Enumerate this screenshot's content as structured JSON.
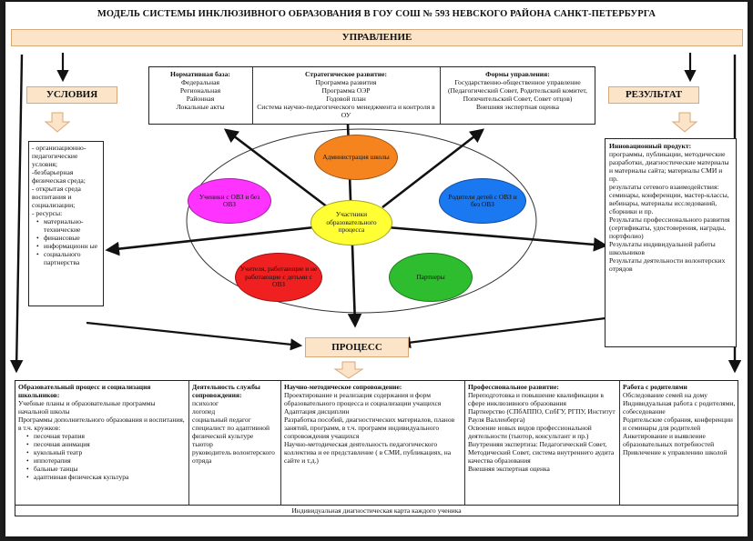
{
  "title": "МОДЕЛЬ СИСТЕМЫ ИНКЛЮЗИВНОГО ОБРАЗОВАНИЯ В ГОУ СОШ № 593 НЕВСКОГО РАЙОНА САНКТ-ПЕТЕРБУРГА",
  "management": "УПРАВЛЕНИЕ",
  "conditions": "УСЛОВИЯ",
  "result": "РЕЗУЛЬТАТ",
  "process": "ПРОЦЕСС",
  "top_box": {
    "col1_title": "Нормативная база:",
    "col1_items": [
      "Федеральная",
      "Региональная",
      "Районная",
      "Локальные акты"
    ],
    "col2_title": "Стратегическое развитие:",
    "col2_items": [
      "Программа развития",
      "Программа ОЭР",
      "Годовой план",
      "Система научно-педагогического менеджмента и контроля в ОУ"
    ],
    "col3_title": "Формы управления:",
    "col3_items": [
      "Государственно-общественное управление (Педагогический Совет, Родительский комитет, Попечительский Совет, Совет отцов)",
      "Внешняя экспертная оценка"
    ]
  },
  "conditions_list": {
    "items": [
      "- организационно-педагогические условия;",
      "-безбарьерная физическая среда;",
      "- открытая среда воспитания и социализации;",
      "- ресурсы:"
    ],
    "bullets": [
      "материально-технические",
      "финансовые",
      "информационн ые",
      "социального партнерства"
    ]
  },
  "circles": {
    "center": "Участники образовательного процесса",
    "admin": "Администрация школы",
    "students": "Ученики с ОВЗ и без ОВЗ",
    "parents": "Родители детей с ОВЗ и без ОВЗ",
    "teachers": "Учителя, работающие и не работающие с детьми с ОВЗ",
    "partners": "Партнеры"
  },
  "result_box": [
    "Инновационный продукт:",
    "программы, публикации, методические разработки, диагностические материалы и материалы сайта; материалы СМИ и пр.",
    "результаты сетевого взаимодействия: семинары, конференции, мастер-классы, вебинары, материалы исследований, сборники и пр.",
    "Результаты профессионального развития (сертификаты, удостоверения, награды, портфолио)",
    "Результаты индивидуальной работы школьников",
    "Результаты деятельности волонтерских отрядов"
  ],
  "bottom": {
    "c1_title": "Образовательный процесс и социализация школьников:",
    "c1_text": [
      "Учебные планы и образовательные программы начальной школы",
      "Программы дополнительного образования и воспитания, в т.ч. кружков:"
    ],
    "c1_bullets": [
      "песочная терапия",
      "песочная анимация",
      "кукольный театр",
      "иппотерапия",
      "бальные танцы",
      "адаптивная физическая культура"
    ],
    "c2_title": "Деятельность службы сопровождения:",
    "c2_items": [
      "психолог",
      "логопед",
      "социальный педагог",
      "специалист по адаптивной физической культуре",
      "тьютор",
      "руководитель волонтерского отряда"
    ],
    "c3_title": "Научно-методическое сопровождение:",
    "c3_items": [
      "Проектирование и реализация содержания и форм образовательного процесса и социализации учащихся",
      "Адаптация дисциплин",
      "Разработка пособий, диагностических материалов, планов занятий, программ, в т.ч. программ индивидуального сопровождения учащихся",
      "Научно-методическая деятельность педагогического коллектива и ее представление ( в СМИ, публикациях, на сайте и т.д.)"
    ],
    "c4_title": "Профессиональное развитие:",
    "c4_items": [
      "Переподготовка и повышение квалификации в сфере инклюзивного образования",
      "Партнерство (СПбАППО, СпбГУ, РГПУ, Институт Рауля Валленберга)",
      "Освоение новых видов профессиональной деятельности (тьютор, консультант и пр.)",
      "Внутренняя экспертиза: Педагогический Совет, Методический Совет, система внутреннего аудита качества образования",
      "Внешняя экспертная оценка"
    ],
    "c5_title": "Работа с родителями",
    "c5_items": [
      "Обследование семей на дому",
      "Индивидуальная работа с родителями, собеседование",
      "Родительские собрания, конференции и семинары для родителей",
      "Анкетирование и выявление образовательных потребностей",
      "Привлечение к управлению школой"
    ],
    "footer": "Индивидуальная диагностическая карта каждого ученика"
  },
  "colors": {
    "admin": "#f5841f",
    "students": "#ff33ff",
    "parents": "#1a78f0",
    "teachers": "#f02020",
    "partners": "#2ebd2e",
    "center": "#ffff33",
    "bar": "#fce4c8"
  }
}
